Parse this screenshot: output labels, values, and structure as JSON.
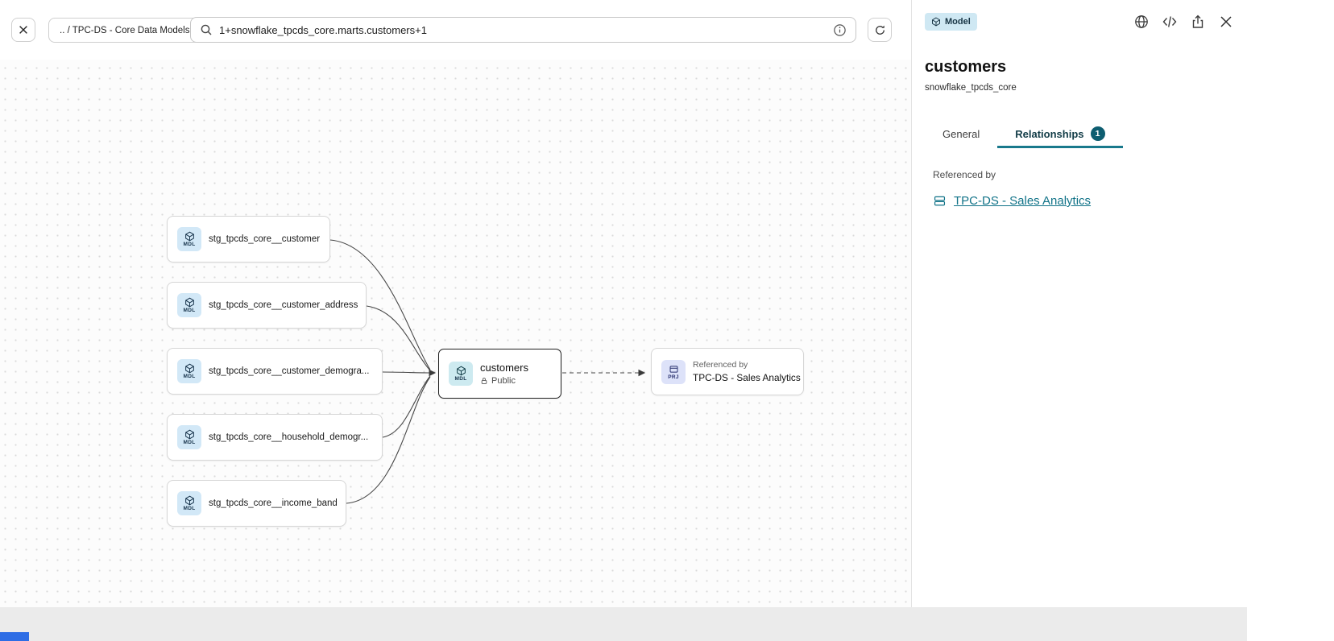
{
  "toolbar": {
    "breadcrumb": ".. / TPC-DS - Core Data Models",
    "search_value": "1+snowflake_tpcds_core.marts.customers+1"
  },
  "canvas": {
    "upstream_nodes": [
      {
        "badge": "MDL",
        "label": "stg_tpcds_core__customer"
      },
      {
        "badge": "MDL",
        "label": "stg_tpcds_core__customer_address"
      },
      {
        "badge": "MDL",
        "label": "stg_tpcds_core__customer_demogra..."
      },
      {
        "badge": "MDL",
        "label": "stg_tpcds_core__household_demogr..."
      },
      {
        "badge": "MDL",
        "label": "stg_tpcds_core__income_band"
      }
    ],
    "focus_node": {
      "badge": "MDL",
      "title": "customers",
      "access": "Public"
    },
    "downstream_node": {
      "badge": "PRJ",
      "kicker": "Referenced by",
      "title": "TPC-DS - Sales Analytics"
    }
  },
  "panel": {
    "type_badge": "Model",
    "title": "customers",
    "subtitle": "snowflake_tpcds_core",
    "tabs": {
      "general": "General",
      "relationships": "Relationships",
      "relationships_count": "1"
    },
    "referenced_by_label": "Referenced by",
    "referenced_by_link": "TPC-DS - Sales Analytics"
  },
  "colors": {
    "accent_teal": "#19798c",
    "count_badge": "#0d5d70",
    "link": "#117388",
    "model_badge_bg": "#d2e8f7",
    "project_badge_bg": "#dde2f9",
    "panel_chip_bg": "#cfe8f3",
    "footer_strip": "#ebebeb",
    "blue_bar": "#2e6de5"
  }
}
